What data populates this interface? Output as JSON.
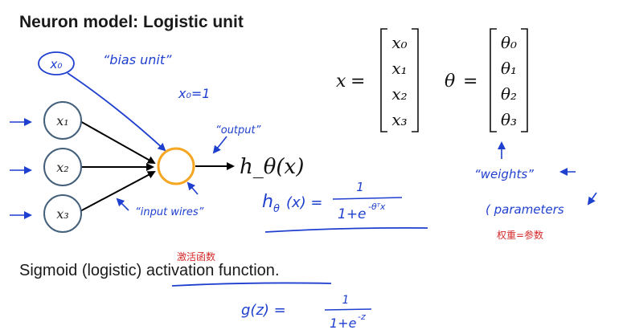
{
  "title": "Neuron model: Logistic unit",
  "nodes": {
    "x0": "x₀",
    "x1": "x₁",
    "x2": "x₂",
    "x3": "x₃",
    "output": "h_θ(x)"
  },
  "annotations": {
    "bias_unit": "“bias unit”",
    "x0_eq": "x₀=1",
    "output_label": "“output”",
    "input_wires": "“input wires”",
    "weights": "“weights”",
    "parameters": "( parameters"
  },
  "vectors": {
    "x": {
      "lhs": "x",
      "entries": [
        "x₀",
        "x₁",
        "x₂",
        "x₃"
      ]
    },
    "theta": {
      "lhs": "θ",
      "entries": [
        "θ₀",
        "θ₁",
        "θ₂",
        "θ₃"
      ]
    }
  },
  "formulas": {
    "hypothesis_lhs": "h",
    "hypothesis_sub": "θ",
    "hypothesis_arg": "(x) =",
    "numerator": "1",
    "denominator_base": "1+e",
    "denominator_exp": "-θᵀx",
    "g_lhs": "g(z) =",
    "g_numerator": "1",
    "g_denominator_base": "1+e",
    "g_denominator_exp": "-z"
  },
  "sigmoid_text": {
    "before": "Sigmoid (logistic) ",
    "underlined": "activation function",
    "after": "."
  },
  "chinese_notes": {
    "activation": "激活函数",
    "weights": "权重=参数"
  },
  "colors": {
    "ink_blue": "#1f3fcf",
    "output_unit": "#f5a623",
    "note_red": "#d42a2a"
  }
}
